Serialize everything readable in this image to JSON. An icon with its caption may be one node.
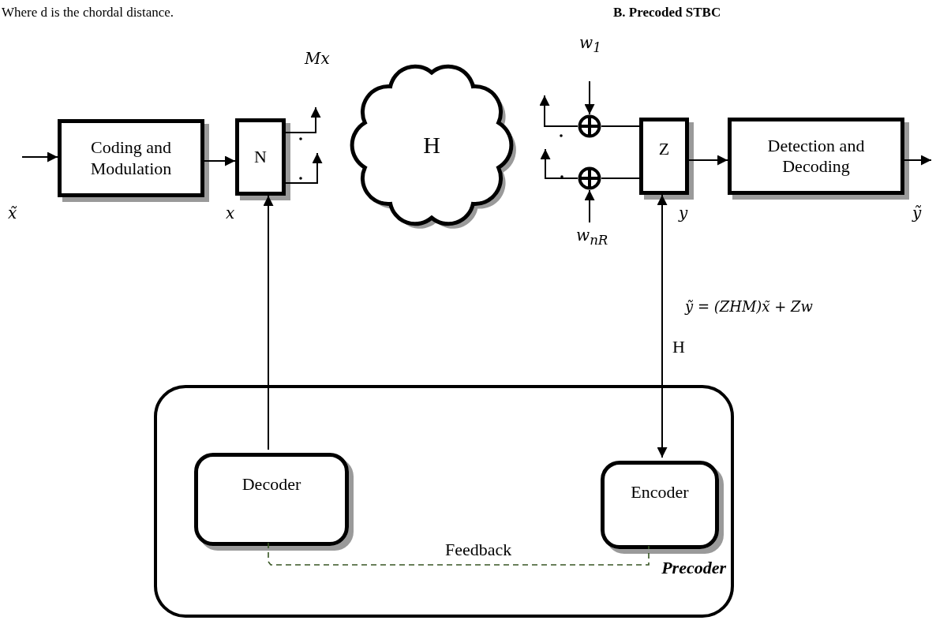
{
  "diagram": {
    "title": "B. Precoded STBC",
    "nodes": [
      {
        "text": [
          "Coding and Modulation"
        ]
      },
      {
        "text": [
          "N"
        ]
      },
      {
        "text": [
          "H"
        ]
      },
      {
        "text": [],
        "shape": "circle"
      },
      {
        "text": [],
        "shape": "circle"
      },
      {
        "text": [
          "Z"
        ]
      },
      {
        "text": [
          "Detection and Decoding"
        ]
      },
      {
        "text": [
          "Precoder"
        ]
      },
      {
        "text": [
          "Decoder"
        ],
        "in": 7
      },
      {
        "text": [
          "Encoder"
        ],
        "in": 7
      }
    ],
    "edges": [
      {
        "from": null,
        "to": 0,
        "arrow": "to"
      },
      {
        "from": 0,
        "to": 1,
        "arrow": "to"
      },
      {
        "from": 1,
        "to": null,
        "arrow": "to"
      },
      {
        "from": 1,
        "to": null,
        "arrow": "to"
      },
      {
        "from": 3,
        "to": null,
        "arrow": "to"
      },
      {
        "from": 4,
        "to": null,
        "arrow": "to"
      },
      {
        "from": null,
        "to": 3,
        "arrow": "to"
      },
      {
        "from": null,
        "to": 4,
        "arrow": "to"
      },
      {
        "from": 3,
        "to": 5,
        "arrow": "none"
      },
      {
        "from": 4,
        "to": 5,
        "arrow": "none"
      },
      {
        "from": 5,
        "to": 6,
        "arrow": "to"
      },
      {
        "from": 6,
        "to": null,
        "arrow": "to"
      },
      {
        "from": 8,
        "to": 1,
        "arrow": "to"
      },
      {
        "from": 9,
        "to": 5,
        "arrow": "both"
      },
      {
        "from": 8,
        "to": 9,
        "arrow": "none",
        "label": "Feedback",
        "style": "dashed",
        "color": "#375623"
      }
    ],
    "labels": [
      "Where d is the chordal distance.",
      "Mx",
      "w$_{1}$",
      "x̃",
      "x",
      "y",
      "ỹ",
      "w$_{n}$$_{R}$",
      "ỹ = (ZHM)x̃ + Zw",
      "H"
    ]
  }
}
